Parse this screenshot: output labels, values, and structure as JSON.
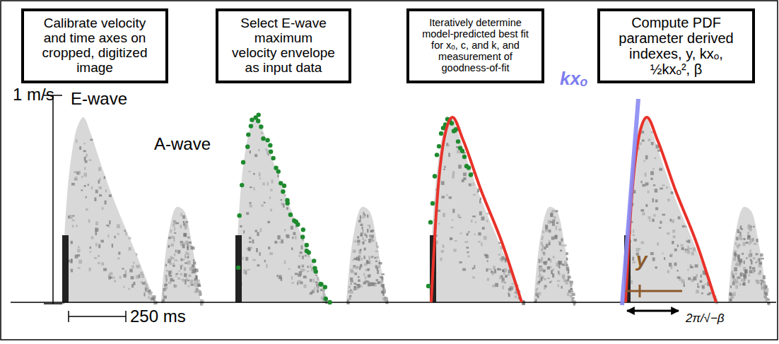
{
  "diagram": {
    "nodes": [
      {
        "text": [
          "Calibrate velocity and time axes on cropped, digitized image"
        ]
      },
      {
        "text": [
          "Select E-wave maximum velocity envelope as input data"
        ]
      },
      {
        "text": [
          "Iteratively determine model-predicted best fit for xₒ, c, and k, and measurement of goodness-of-fit"
        ]
      },
      {
        "text": [
          "Compute PDF parameter derived indexes, y, kxₒ, ½kxₒ², β"
        ]
      }
    ],
    "labels": [
      "1 m/s",
      "E-wave",
      "A-wave",
      "250 ms",
      "kxₒ",
      "y",
      "2π/√−β"
    ]
  }
}
